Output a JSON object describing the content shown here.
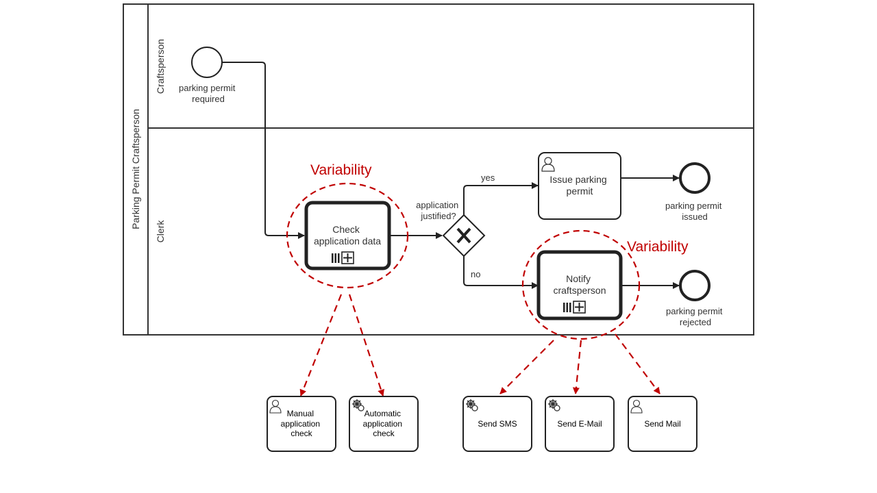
{
  "pool": {
    "name": "Parking Permit Craftsperson"
  },
  "lanes": {
    "craftsperson": "Craftsperson",
    "clerk": "Clerk"
  },
  "events": {
    "start": [
      "parking permit",
      "required"
    ],
    "end_issued": [
      "parking permit",
      "issued"
    ],
    "end_rejected": [
      "parking permit",
      "rejected"
    ]
  },
  "gateway": {
    "label": [
      "application",
      "justified?"
    ],
    "yes": "yes",
    "no": "no"
  },
  "tasks": {
    "check": [
      "Check",
      "application data"
    ],
    "issue": [
      "Issue parking",
      "permit"
    ],
    "notify": [
      "Notify",
      "craftsperson"
    ]
  },
  "variability": {
    "label": "Variability"
  },
  "variants": {
    "manual": [
      "Manual",
      "application",
      "check"
    ],
    "automatic": [
      "Automatic",
      "application",
      "check"
    ],
    "sms": [
      "Send SMS"
    ],
    "email": [
      "Send E-Mail"
    ],
    "mail": [
      "Send Mail"
    ]
  },
  "colors": {
    "stroke": "#222222",
    "variability": "#c00000",
    "text": "#333333"
  }
}
